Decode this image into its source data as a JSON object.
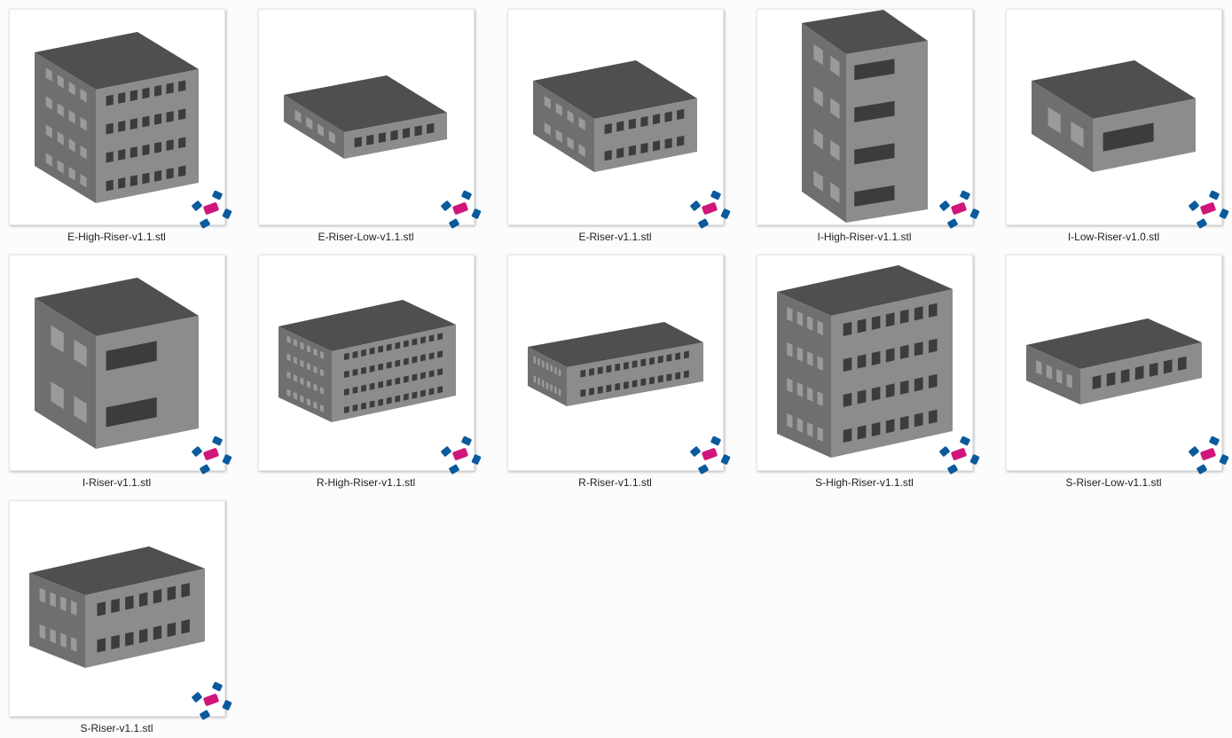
{
  "files": [
    {
      "name": "E-High-Riser-v1.1.stl",
      "icon": "stl-3d-model-thumbnail"
    },
    {
      "name": "E-Riser-Low-v1.1.stl",
      "icon": "stl-3d-model-thumbnail"
    },
    {
      "name": "E-Riser-v1.1.stl",
      "icon": "stl-3d-model-thumbnail"
    },
    {
      "name": "I-High-Riser-v1.1.stl",
      "icon": "stl-3d-model-thumbnail"
    },
    {
      "name": "I-Low-Riser-v1.0.stl",
      "icon": "stl-3d-model-thumbnail"
    },
    {
      "name": "I-Riser-v1.1.stl",
      "icon": "stl-3d-model-thumbnail"
    },
    {
      "name": "R-High-Riser-v1.1.stl",
      "icon": "stl-3d-model-thumbnail"
    },
    {
      "name": "R-Riser-v1.1.stl",
      "icon": "stl-3d-model-thumbnail"
    },
    {
      "name": "S-High-Riser-v1.1.stl",
      "icon": "stl-3d-model-thumbnail"
    },
    {
      "name": "S-Riser-Low-v1.1.stl",
      "icon": "stl-3d-model-thumbnail"
    },
    {
      "name": "S-Riser-v1.1.stl",
      "icon": "stl-3d-model-thumbnail"
    }
  ],
  "colors": {
    "top": "#4f4f4f",
    "left": "#6f6f6f",
    "right": "#8c8c8c",
    "window": "#3c3c3c",
    "logo_blue": "#0a5a9c",
    "logo_magenta": "#d0167a"
  }
}
